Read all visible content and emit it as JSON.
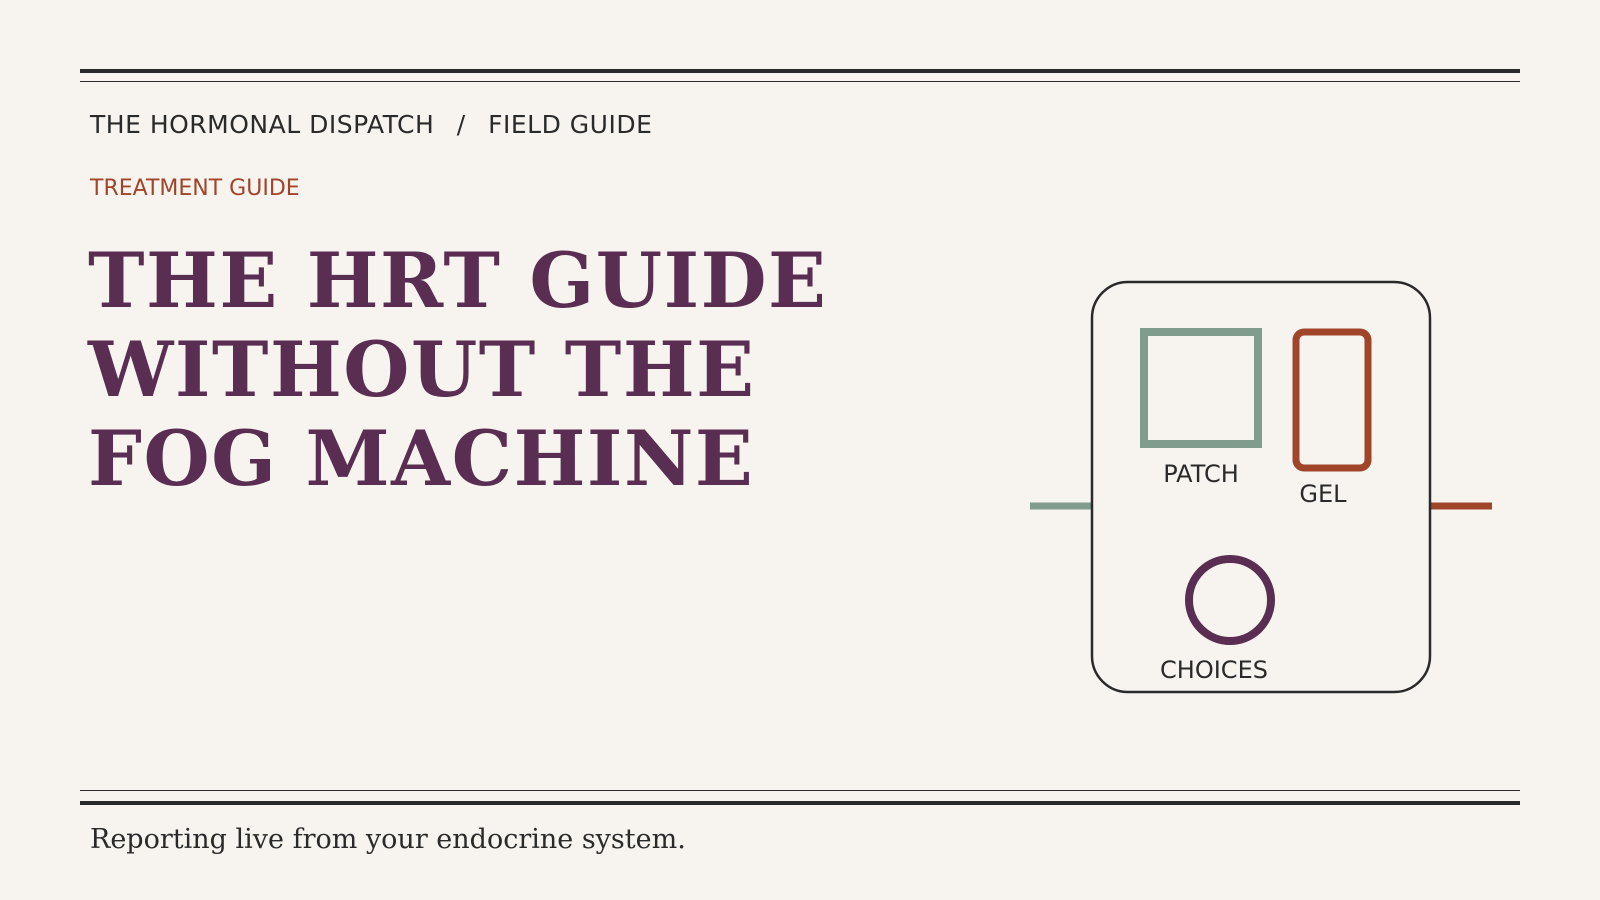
{
  "header": {
    "publication": "THE HORMONAL DISPATCH",
    "separator": "/",
    "section": "FIELD GUIDE"
  },
  "category": "TREATMENT GUIDE",
  "headline": {
    "lines": [
      "THE HRT GUIDE",
      "WITHOUT THE",
      "FOG MACHINE"
    ]
  },
  "illustration": {
    "labels": {
      "patch": "PATCH",
      "gel": "GEL",
      "choices": "CHOICES"
    },
    "colors": {
      "patch": "#7f9c8c",
      "gel": "#a0442a",
      "choices": "#5a2d52",
      "frame": "#2a2a2a"
    }
  },
  "footer": {
    "tagline": "Reporting live from your endocrine system."
  },
  "colors": {
    "background": "#f7f4ef",
    "ink": "#2a2a2a",
    "accent": "#a0442a",
    "headline": "#5a2d52"
  }
}
